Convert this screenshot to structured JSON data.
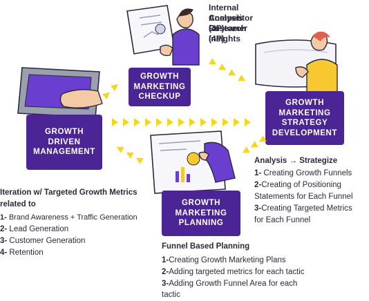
{
  "cards": {
    "checkup": "GROWTH\nMARKETING\nCHECKUP",
    "strategy": "GROWTH\nMARKETING\nSTRATEGY\nDEVELOPMENT",
    "management": "GROWTH\nDRIVEN\nMANAGEMENT",
    "planning": "GROWTH\nMARKETING\nPLANNING"
  },
  "checkup_notes": {
    "lines": [
      "Internal Analysis (4P)",
      "Competitor Research (4P)",
      "Customer Insights"
    ]
  },
  "strategize": {
    "heading": "Analysis → Strategize",
    "items": [
      {
        "num": "1-",
        "text": " Creating Growth Funnels"
      },
      {
        "num": "2-",
        "text": "Creating of Positioning"
      },
      {
        "num": "",
        "text": "Statements for Each Funnel"
      },
      {
        "num": "3-",
        "text": "Creating Targeted Metrics"
      },
      {
        "num": "",
        "text": "for Each Funnel"
      }
    ]
  },
  "iteration": {
    "heading_line1": "Iteration w/ Targeted Growth Metrics",
    "heading_line2": "related to",
    "items": [
      {
        "num": "1-",
        "text": " Brand Awareness + Traffic Generation"
      },
      {
        "num": "2-",
        "text": " Lead Generation"
      },
      {
        "num": "3-",
        "text": " Customer Generation"
      },
      {
        "num": "4-",
        "text": " Retention"
      }
    ]
  },
  "funnel": {
    "heading": "Funnel Based Planning",
    "items": [
      {
        "num": "1-",
        "text": "Creating Growth Marketing Plans"
      },
      {
        "num": "2-",
        "text": "Adding targeted metrics for each tactic"
      },
      {
        "num": "3-",
        "text": "Adding Growth Funnel Area for each"
      },
      {
        "num": "",
        "text": "tactic"
      }
    ]
  },
  "colors": {
    "card": "#4b2596",
    "arrow": "#f7d51d",
    "skin": "#f3c9a6",
    "shirt": "#6a3fd0"
  }
}
